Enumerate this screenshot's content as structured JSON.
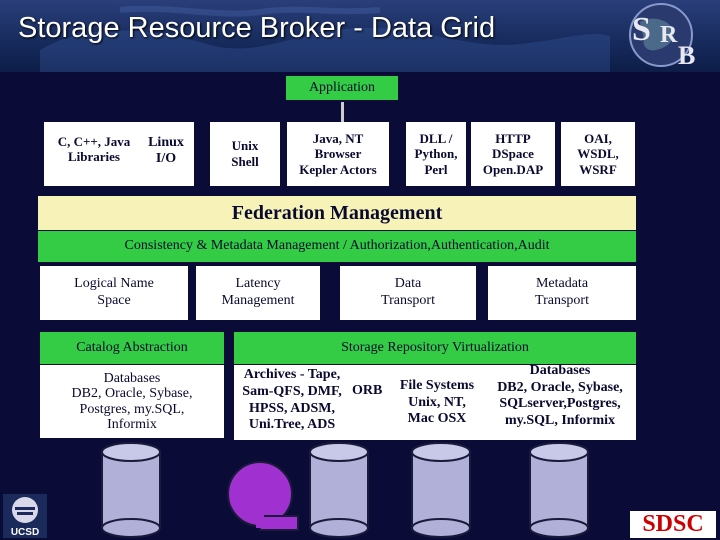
{
  "header": {
    "title": "Storage Resource Broker - Data Grid"
  },
  "application": "Application",
  "clients": {
    "c_libs": "C, C++, Java\nLibraries",
    "linux_io": "Linux\nI/O",
    "unix_shell": "Unix\nShell",
    "java_nt": "Java, NT\nBrowser\nKepler Actors",
    "dll": "DLL /\nPython,\nPerl",
    "http": "HTTP\nDSpace\nOpen.DAP",
    "oai": "OAI,\nWSDL,\nWSRF"
  },
  "federation": "Federation Management",
  "consistency": "Consistency  & Metadata Management / Authorization,Authentication,Audit",
  "services": {
    "logical": "Logical Name\nSpace",
    "latency": "Latency\nManagement",
    "data_transport": "Data\nTransport",
    "metadata_transport": "Metadata\nTransport"
  },
  "catalog": {
    "title": "Catalog Abstraction",
    "databases": "Databases\nDB2, Oracle, Sybase,\nPostgres, my.SQL,\nInformix"
  },
  "storage": {
    "title": "Storage Repository Virtualization",
    "archives": "Archives - Tape,\nSam-QFS, DMF,\nHPSS, ADSM,\nUni.Tree, ADS",
    "orb": "ORB",
    "file_systems": "File Systems\nUnix, NT,\nMac OSX",
    "databases": "Databases\nDB2, Oracle, Sybase,\nSQLserver,Postgres,\nmy.SQL, Informix"
  },
  "logos": {
    "srb": "SRB",
    "ucsd": "UCSD",
    "sdsc": "SDSC"
  },
  "colors": {
    "background": "#0b0b38",
    "green": "#33cc44",
    "federation_bg": "#f7f3b8",
    "drum": "#b0b0d8",
    "tape": "#a030d0"
  }
}
